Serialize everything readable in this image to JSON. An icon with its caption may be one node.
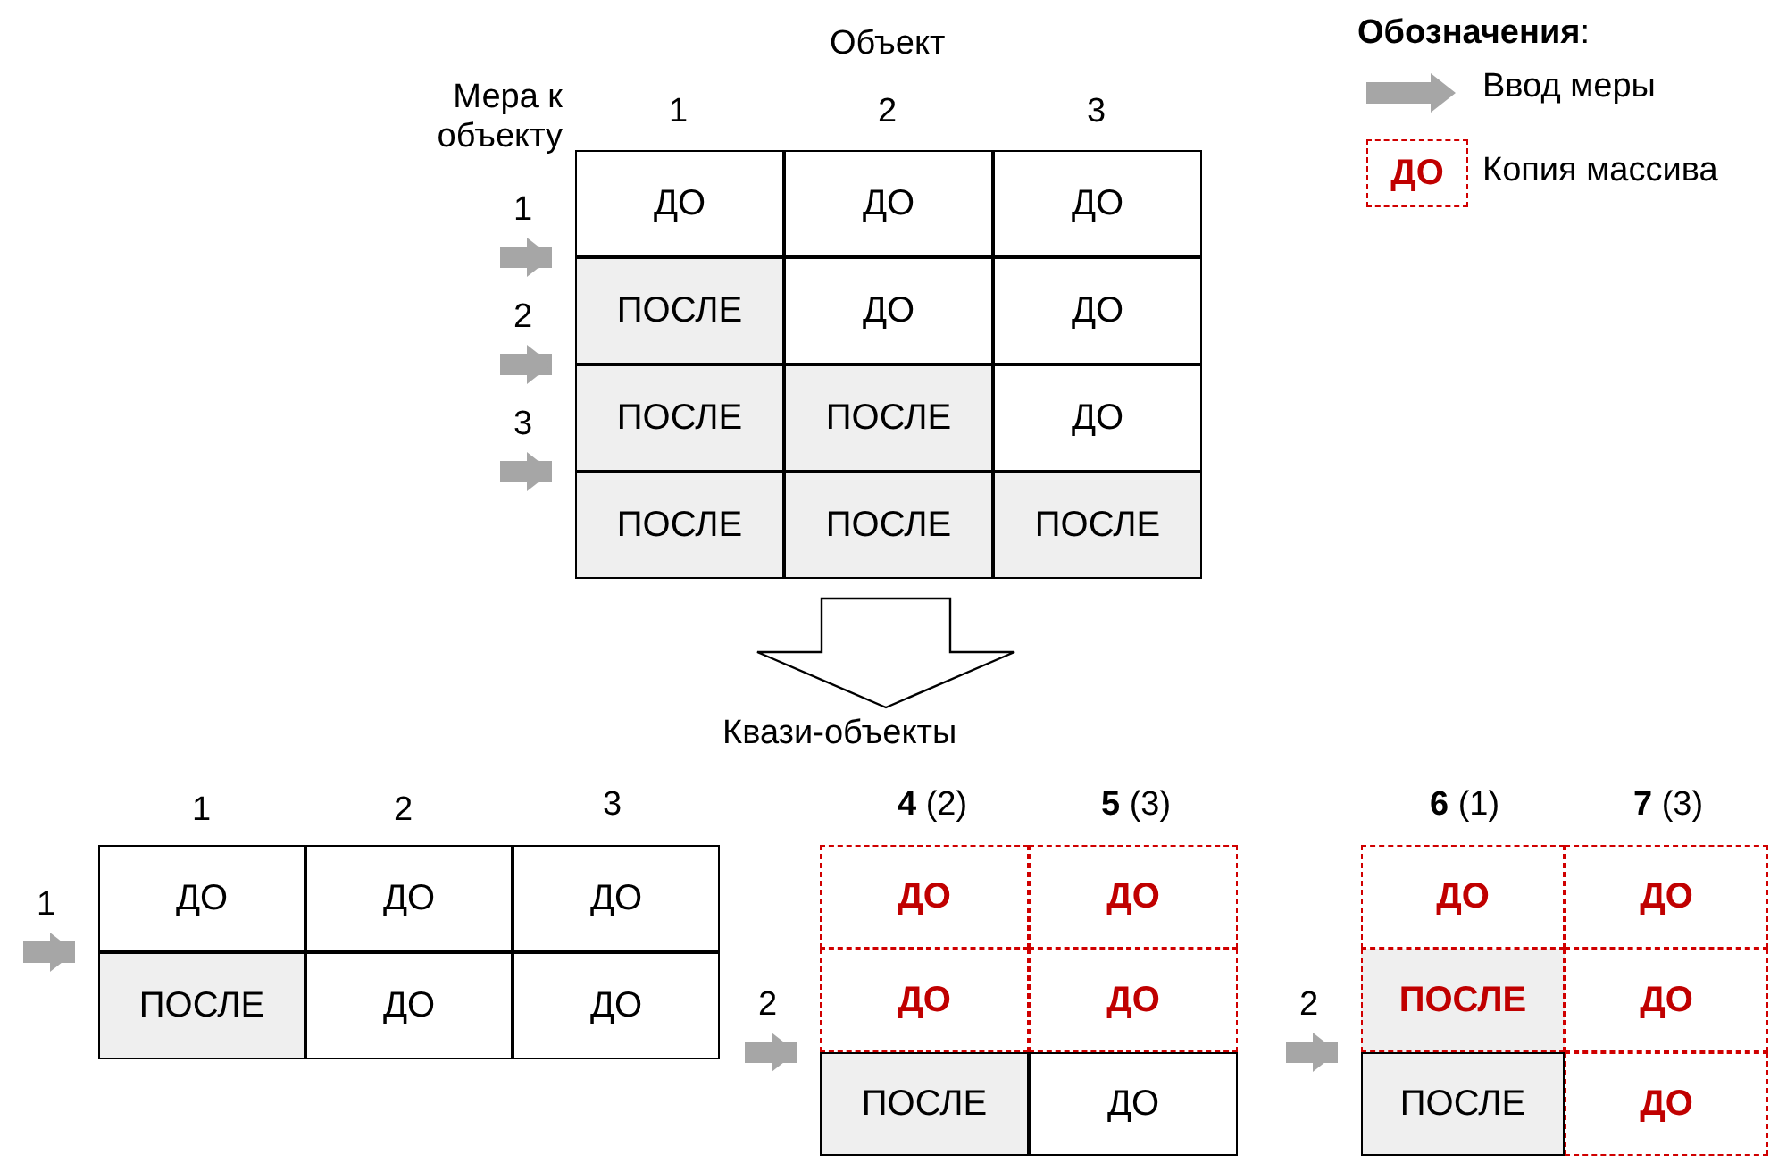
{
  "diagram": {
    "nodes": [
      {
        "text": [
          "ДО"
        ]
      },
      {
        "text": [
          "ДО"
        ]
      },
      {
        "text": [
          "ДО"
        ]
      },
      {
        "text": [
          "ПОСЛЕ"
        ]
      },
      {
        "text": [
          "ДО"
        ]
      },
      {
        "text": [
          "ДО"
        ]
      },
      {
        "text": [
          "ПОСЛЕ"
        ]
      },
      {
        "text": [
          "ПОСЛЕ"
        ]
      },
      {
        "text": [
          "ДО"
        ]
      },
      {
        "text": [
          "ПОСЛЕ"
        ]
      },
      {
        "text": [
          "ПОСЛЕ"
        ]
      },
      {
        "text": [
          "ПОСЛЕ"
        ]
      },
      {
        "text": [
          "ДО"
        ]
      },
      {
        "text": [
          "ДО"
        ]
      },
      {
        "text": [
          "ДО"
        ]
      },
      {
        "text": [
          "ДО"
        ]
      },
      {
        "text": [
          "ПОСЛЕ"
        ]
      },
      {
        "text": [
          "ДО"
        ]
      },
      {
        "text": [
          "ДО"
        ]
      },
      {
        "text": [
          "ДО"
        ]
      },
      {
        "text": [
          "ДО"
        ]
      },
      {
        "text": [
          "ДО"
        ]
      },
      {
        "text": [
          "ДО"
        ]
      },
      {
        "text": [
          "ПОСЛЕ"
        ]
      },
      {
        "text": [
          "ДО"
        ]
      },
      {
        "text": [
          "ДО"
        ]
      },
      {
        "text": [
          "ДО"
        ]
      },
      {
        "text": [
          "ПОСЛЕ"
        ]
      },
      {
        "text": [
          "ДО"
        ]
      },
      {
        "text": [
          "ПОСЛЕ"
        ]
      },
      {
        "text": [
          "ДО"
        ]
      }
    ],
    "edges": [
      {
        "from": null,
        "to": 3,
        "arrow": "to",
        "label": "1"
      },
      {
        "from": null,
        "to": 6,
        "arrow": "to",
        "label": "2"
      },
      {
        "from": null,
        "to": 9,
        "arrow": "to",
        "label": "3"
      },
      {
        "from": null,
        "to": 16,
        "arrow": "to",
        "label": "1"
      },
      {
        "from": null,
        "to": 23,
        "arrow": "to",
        "label": "2"
      },
      {
        "from": null,
        "to": 29,
        "arrow": "to",
        "label": "2"
      }
    ],
    "labels": [
      "Объект",
      "Мера к объекту",
      "1",
      "2",
      "3",
      "**Обозначения**:",
      "Квази-объекты",
      "1",
      "2",
      "3",
      "**4** (2)",
      "**5** (3)",
      "**6** (1)",
      "**7** (3)"
    ],
    "legend": [
      {
        "text": "Ввод меры"
      },
      {
        "text": "Копия массива"
      }
    ]
  }
}
